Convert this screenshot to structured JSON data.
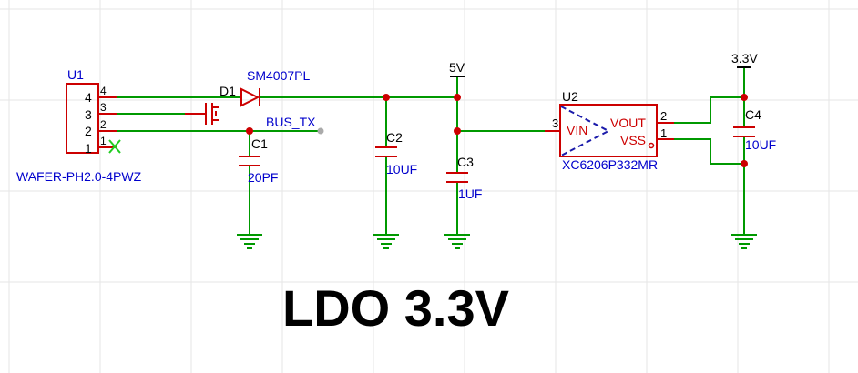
{
  "title": "LDO 3.3V",
  "colors": {
    "wire": "#009900",
    "component": "#cc0000",
    "label": "#0000cc",
    "ground": "#009900",
    "junction": "#cc0000",
    "grid": "#e6e6e6"
  },
  "components": {
    "u1": {
      "ref": "U1",
      "value": "WAFER-PH2.0-4PWZ",
      "pins": [
        "4",
        "3",
        "2",
        "1"
      ]
    },
    "d1": {
      "ref": "D1",
      "value": "SM4007PL"
    },
    "c1": {
      "ref": "C1",
      "value": "20PF"
    },
    "c2": {
      "ref": "C2",
      "value": "10UF"
    },
    "c3": {
      "ref": "C3",
      "value": "1UF"
    },
    "c4": {
      "ref": "C4",
      "value": "10UF"
    },
    "u2": {
      "ref": "U2",
      "value": "XC6206P332MR",
      "pin_vin": "VIN",
      "pin_vout": "VOUT",
      "pin_vss": "VSS",
      "pin_num_vin": "3",
      "pin_num_vout": "2",
      "pin_num_vss": "1"
    }
  },
  "nets": {
    "bus_tx": "BUS_TX",
    "v5": "5V",
    "v33": "3.3V"
  }
}
